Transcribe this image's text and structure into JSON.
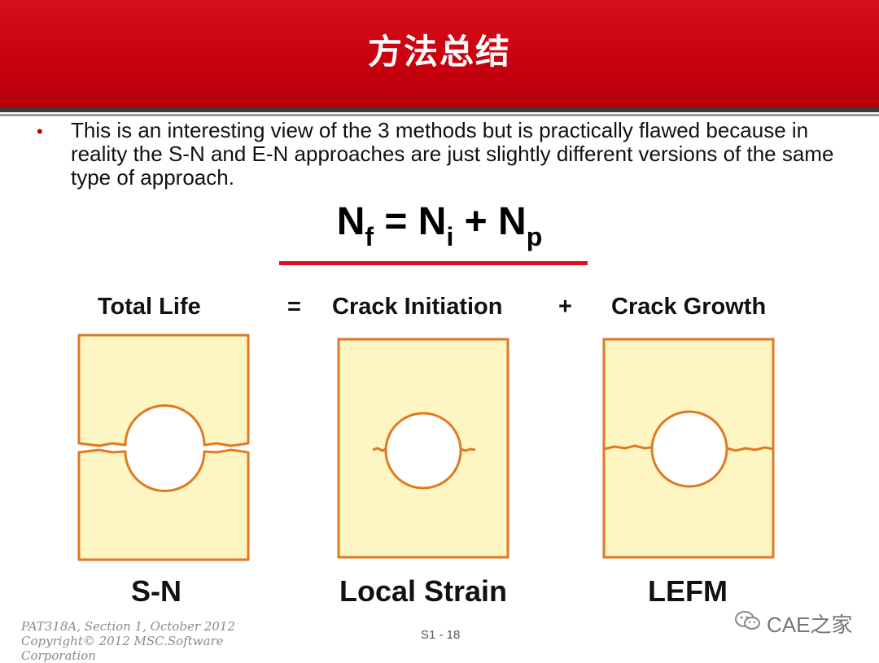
{
  "header": {
    "title": "方法总结"
  },
  "bullet": {
    "marker": "•",
    "text": "This is an interesting view of the 3 methods but is practically flawed because in reality the S-N and E-N approaches are just slightly different versions of the same type of approach."
  },
  "equation": {
    "lhs": "N",
    "lhs_sub": "f",
    "eq": "=",
    "term1": "N",
    "term1_sub": "i",
    "plus": "+",
    "term2": "N",
    "term2_sub": "p"
  },
  "columns": {
    "total_life": "Total Life",
    "equals": "=",
    "crack_initiation": "Crack Initiation",
    "plus": "+",
    "crack_growth": "Crack Growth"
  },
  "methods": {
    "sn": "S-N",
    "local_strain": "Local Strain",
    "lefm": "LEFM"
  },
  "footer": {
    "course": "PAT318A, Section 1, October 2012",
    "copyright": "Copyright© 2012 MSC.Software Corporation",
    "page": "S1 - 18"
  },
  "watermark": {
    "text": "CAE之家",
    "icon": "wechat-icon"
  },
  "colors": {
    "header_red": "#c8000e",
    "specimen_fill": "#fdf5c2",
    "specimen_outline": "#e07a22",
    "underline_red": "#e01020"
  }
}
